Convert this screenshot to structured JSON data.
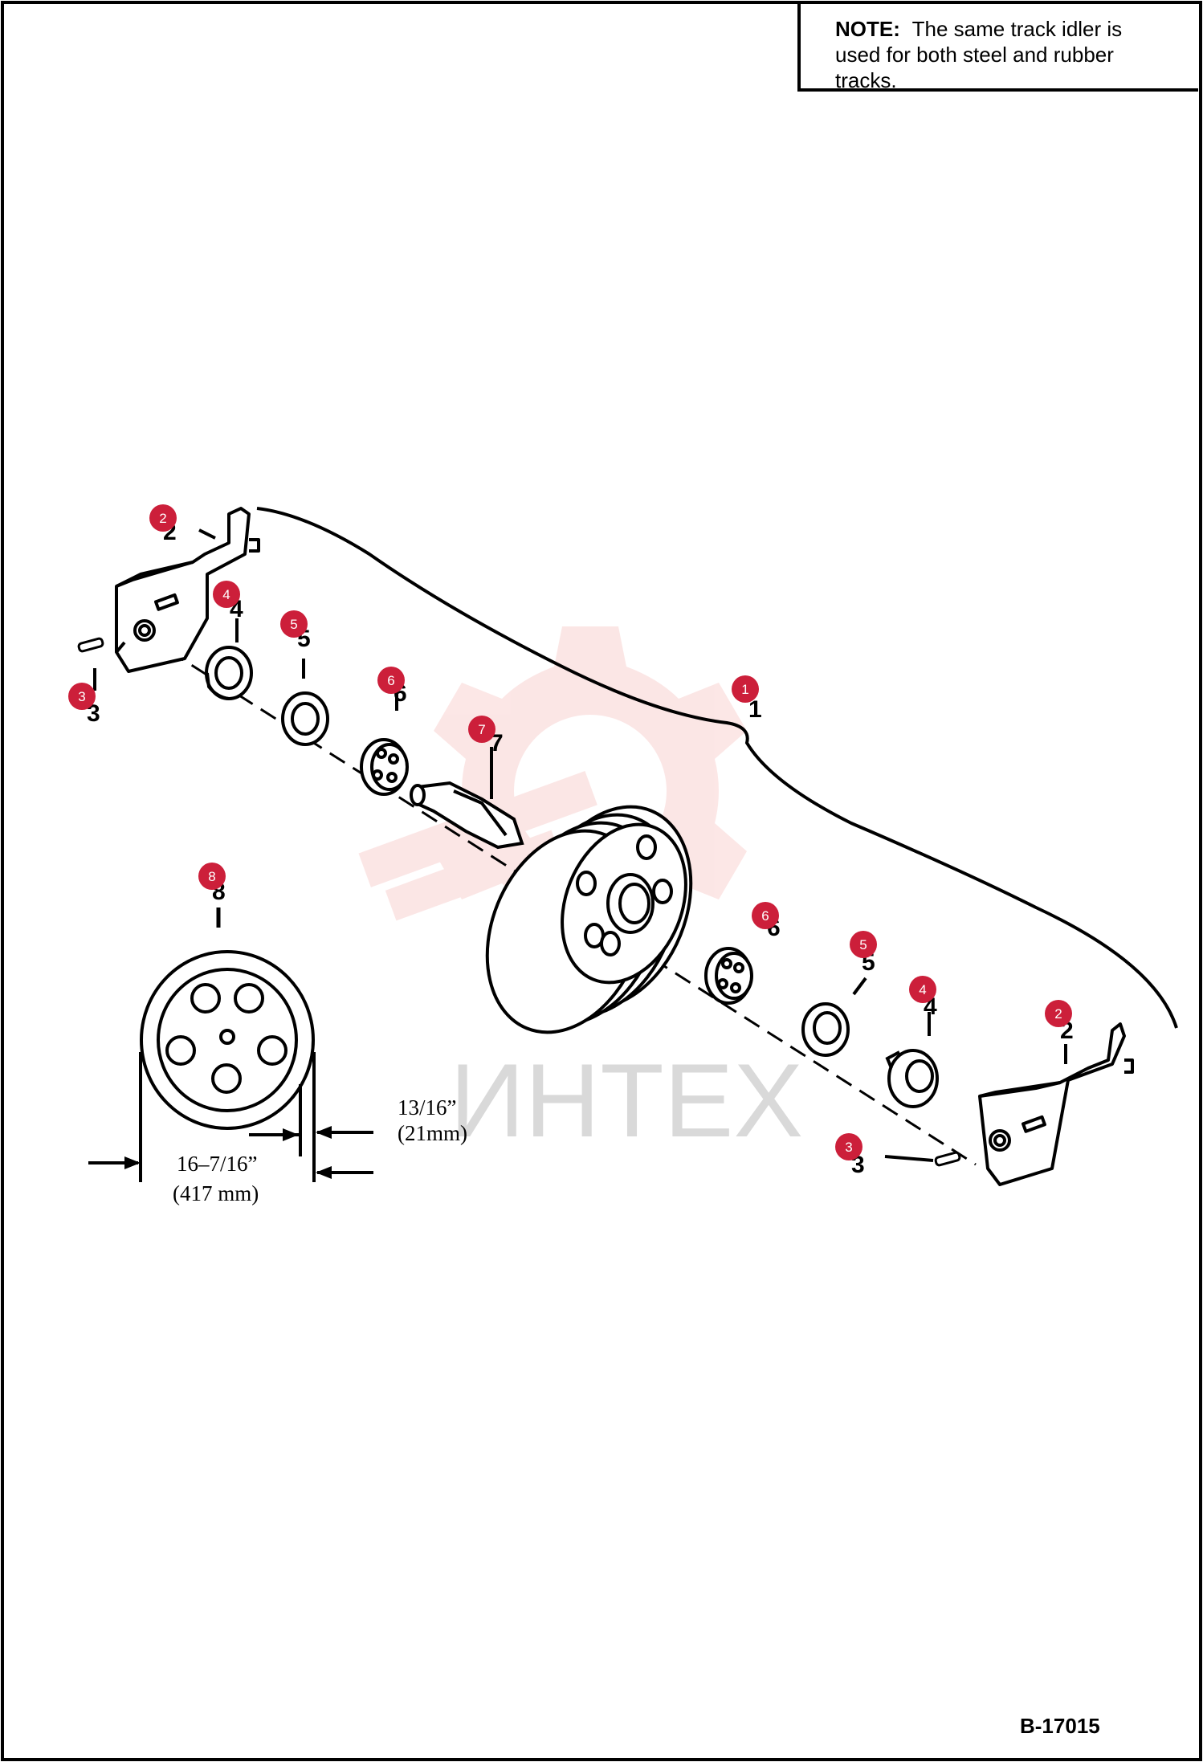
{
  "note": {
    "label": "NOTE:",
    "lines": [
      "The same track idler is",
      "used for both steel and rubber",
      "tracks."
    ]
  },
  "drawing_number": "B-17015",
  "watermark": {
    "text": "ИНТЕХ",
    "color": "#e53935"
  },
  "callouts": [
    {
      "id": "c2a",
      "label": "2"
    },
    {
      "id": "c4a",
      "label": "4"
    },
    {
      "id": "c3a",
      "label": "3"
    },
    {
      "id": "c5a",
      "label": "5"
    },
    {
      "id": "c6a",
      "label": "6"
    },
    {
      "id": "c7",
      "label": "7"
    },
    {
      "id": "c1",
      "label": "1"
    },
    {
      "id": "c8",
      "label": "8"
    },
    {
      "id": "c6b",
      "label": "6"
    },
    {
      "id": "c5b",
      "label": "5"
    },
    {
      "id": "c4b",
      "label": "4"
    },
    {
      "id": "c2b",
      "label": "2"
    },
    {
      "id": "c3b",
      "label": "3"
    }
  ],
  "handwritten_numbers": [
    "2",
    "4",
    "3",
    "5",
    "6",
    "7",
    "1",
    "8",
    "6",
    "5",
    "4",
    "2",
    "3"
  ],
  "dimensions": {
    "width_in": "13/16”",
    "width_mm": "(21mm)",
    "diameter_in": "16–7/16”",
    "diameter_mm": "(417 mm)"
  },
  "colors": {
    "callout": "#cc1f3a",
    "line": "#000000"
  }
}
